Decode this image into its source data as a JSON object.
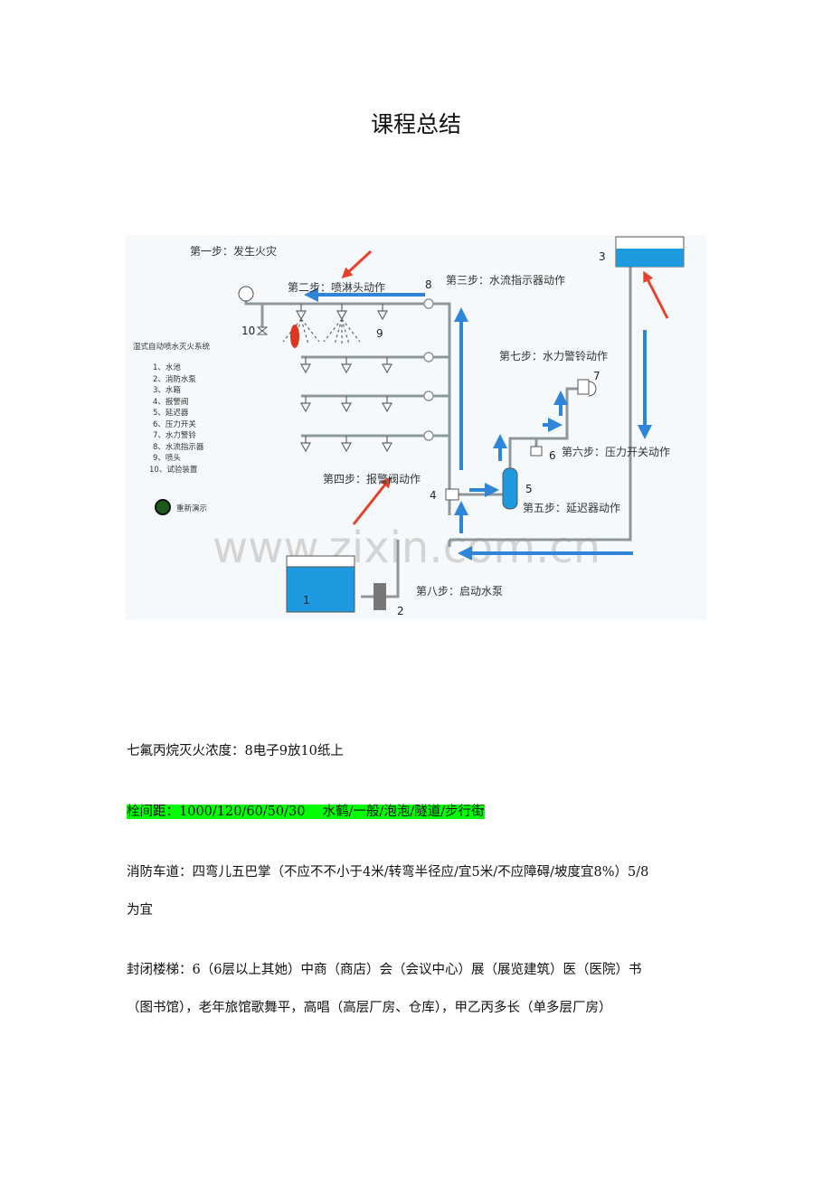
{
  "title": "课程总结",
  "figure": {
    "steps": [
      "第一步：发生火灾",
      "第二步：喷淋头动作",
      "第三步：水流指示器动作",
      "第四步：报警阀动作",
      "第五步：延迟器动作",
      "第六步：压力开关动作",
      "第七步：水力警铃动作",
      "第八步：启动水泵"
    ],
    "numbers": [
      "1",
      "2",
      "3",
      "4",
      "5",
      "6",
      "7",
      "8",
      "9",
      "10"
    ],
    "legend_title": "湿式自动喷水灭火系统",
    "legend_items": [
      "1、水池",
      "2、消防水泵",
      "3、水箱",
      "4、报警阀",
      "5、延迟器",
      "6、压力开关",
      "7、水力警铃",
      "8、水流指示器",
      "9、喷头",
      "10、试验装置"
    ],
    "replay_label": "重新演示",
    "watermark": "www.zixin.com.cn",
    "colors": {
      "pipe": "#9aa4ab",
      "water": "#1e9be0",
      "flow_arrow": "#2f86d8",
      "pointer_arrow": "#e8402a",
      "background": "#f3f7fa"
    }
  },
  "paragraphs": [
    "七氟丙烷灭火浓度：8电子9放10纸上",
    "栓间距：1000/120/60/50/30　 水鹤/一般/泡泡/隧道/步行街",
    "消防车道：四弯儿五巴掌（不应不不小于4米/转弯半径应/宜5米/不应障碍/坡度宜8%）5/8",
    "为宜",
    "封闭楼梯：6（6层以上其她）中商（商店）会（会议中心）展（展览建筑）医（医院）书",
    "（图书馆），老年旅馆歌舞平，高唱（高层厂房、仓库），甲乙丙多长（单多层厂房）"
  ]
}
